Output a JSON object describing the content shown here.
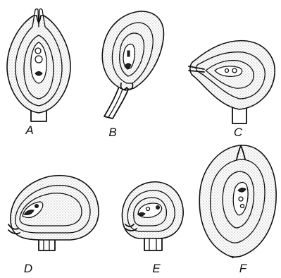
{
  "panels": [
    {
      "id": "A",
      "label": "A"
    },
    {
      "id": "B",
      "label": "B"
    },
    {
      "id": "C",
      "label": "C"
    },
    {
      "id": "D",
      "label": "D"
    },
    {
      "id": "E",
      "label": "E"
    },
    {
      "id": "F",
      "label": "F"
    }
  ],
  "colors": {
    "ink": "#111111",
    "background": "#ffffff",
    "stipple_dot": "#6b6b6b"
  }
}
